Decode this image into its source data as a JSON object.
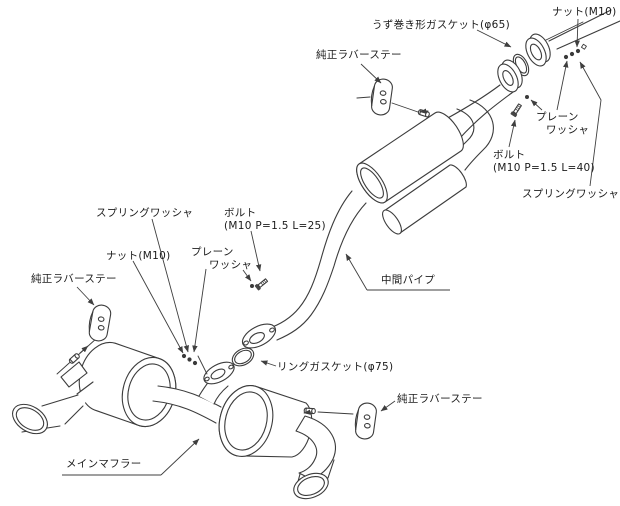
{
  "colors": {
    "line": "#3c3c3c",
    "leader": "#3f3f3f",
    "text": "#1b1b1b",
    "bg": "#ffffff"
  },
  "labels": {
    "spiral_gasket": {
      "text": "うず巻き形ガスケット(φ65)"
    },
    "nut_top": {
      "text": "ナット(M10)"
    },
    "stay_top": {
      "text": "純正ラバーステー"
    },
    "plain_washer_right": {
      "line1": "プレーン",
      "line2": "ワッシャ"
    },
    "bolt_40": {
      "line1": "ボルト",
      "line2": "(M10 P=1.5 L=40)"
    },
    "spring_washer_right": {
      "text": "スプリングワッシャ"
    },
    "spring_washer_left": {
      "text": "スプリングワッシャ"
    },
    "bolt_25": {
      "line1": "ボルト",
      "line2": "(M10 P=1.5 L=25)"
    },
    "nut_left": {
      "text": "ナット(M10)"
    },
    "plain_washer_left": {
      "line1": "プレーン",
      "line2": "ワッシャ"
    },
    "stay_left": {
      "text": "純正ラバーステー"
    },
    "mid_pipe": {
      "text": "中間パイプ"
    },
    "ring_gasket": {
      "text": "リングガスケット(φ75)"
    },
    "stay_right": {
      "text": "純正ラバーステー"
    },
    "main_muffler": {
      "text": "メインマフラー"
    }
  }
}
